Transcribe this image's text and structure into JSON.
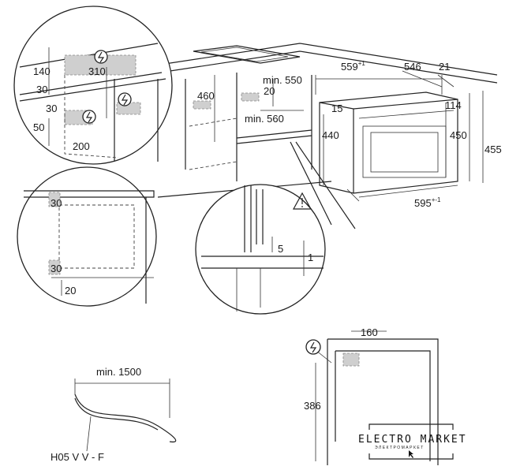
{
  "labels": {
    "d140": "140",
    "d310": "310",
    "d30a": "30",
    "d30b": "30",
    "d50": "50",
    "d200": "200",
    "d460": "460",
    "min550": "min. 550",
    "d20top": "20",
    "min560": "min. 560",
    "d559": "559",
    "d559_tol": "+1",
    "d546": "546",
    "d21": "21",
    "d15": "15",
    "d114": "114",
    "d440": "440",
    "d450": "450",
    "d455": "455",
    "d595": "595",
    "d595_tol": "+-1",
    "c2_30a": "30",
    "c2_30b": "30",
    "c2_20": "20",
    "c3_5": "5",
    "c3_1": "1",
    "d160": "160",
    "d386": "386",
    "min1500": "min. 1500",
    "cable": "H05 V V - F"
  },
  "watermark": {
    "title": "ELECTRO MARKET",
    "subtitle": "ЭЛЕКТРОМАРКЕТ"
  },
  "icons": [
    "electrical-hazard-icon",
    "warning-triangle-icon"
  ]
}
